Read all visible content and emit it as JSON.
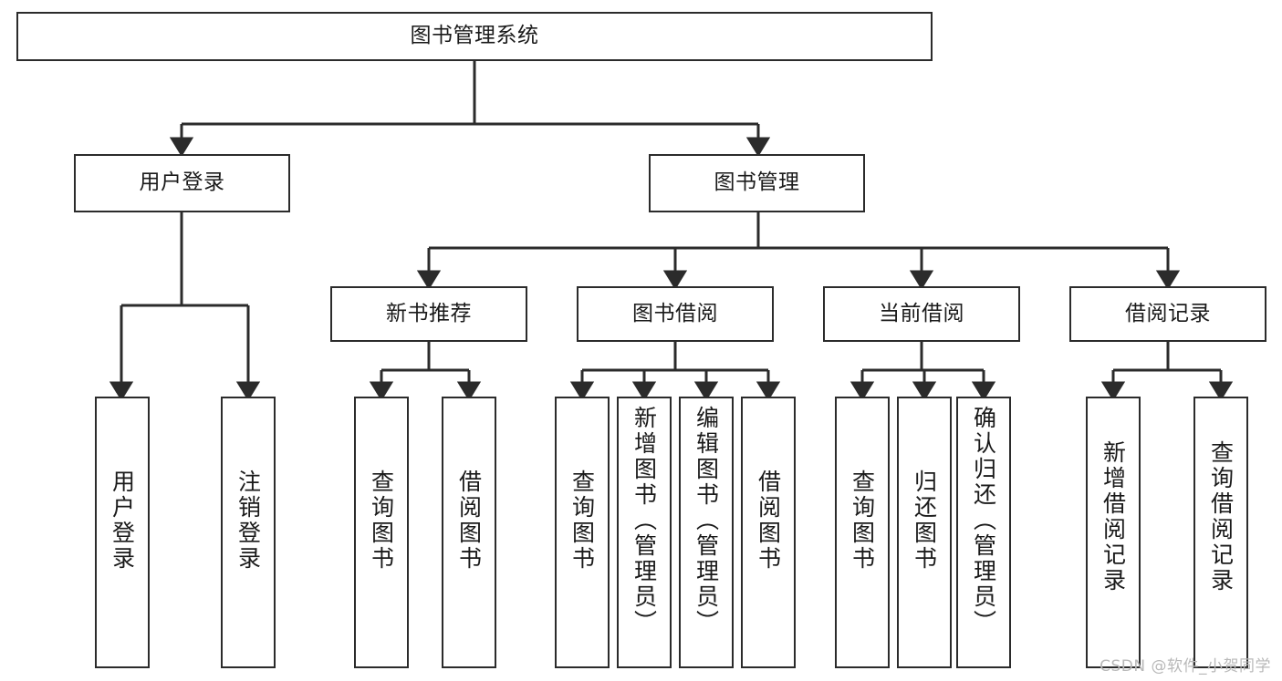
{
  "diagram": {
    "type": "tree-hierarchy",
    "title": "图书管理系统",
    "watermark": "CSDN @软件_小贺同学",
    "colors": {
      "stroke": "#2b2b2b",
      "fill": "#ffffff",
      "text": "#1a1a1a",
      "watermark": "#b9b9b9"
    },
    "levels": {
      "root": {
        "label": "图书管理系统"
      },
      "level2": [
        {
          "label": "用户登录"
        },
        {
          "label": "图书管理"
        }
      ],
      "level3": [
        {
          "label": "新书推荐"
        },
        {
          "label": "图书借阅"
        },
        {
          "label": "当前借阅"
        },
        {
          "label": "借阅记录"
        }
      ],
      "leaves": [
        {
          "label": "用户登录",
          "parent": "用户登录"
        },
        {
          "label": "注销登录",
          "parent": "用户登录"
        },
        {
          "label": "查询图书",
          "parent": "新书推荐"
        },
        {
          "label": "借阅图书",
          "parent": "新书推荐"
        },
        {
          "label": "查询图书",
          "parent": "图书借阅"
        },
        {
          "label": "新增图书（管理员）",
          "parent": "图书借阅"
        },
        {
          "label": "编辑图书（管理员）",
          "parent": "图书借阅"
        },
        {
          "label": "借阅图书",
          "parent": "图书借阅"
        },
        {
          "label": "查询图书",
          "parent": "当前借阅"
        },
        {
          "label": "归还图书",
          "parent": "当前借阅"
        },
        {
          "label": "确认归还（管理员）",
          "parent": "当前借阅"
        },
        {
          "label": "新增借阅记录",
          "parent": "借阅记录"
        },
        {
          "label": "查询借阅记录",
          "parent": "借阅记录"
        }
      ]
    }
  }
}
